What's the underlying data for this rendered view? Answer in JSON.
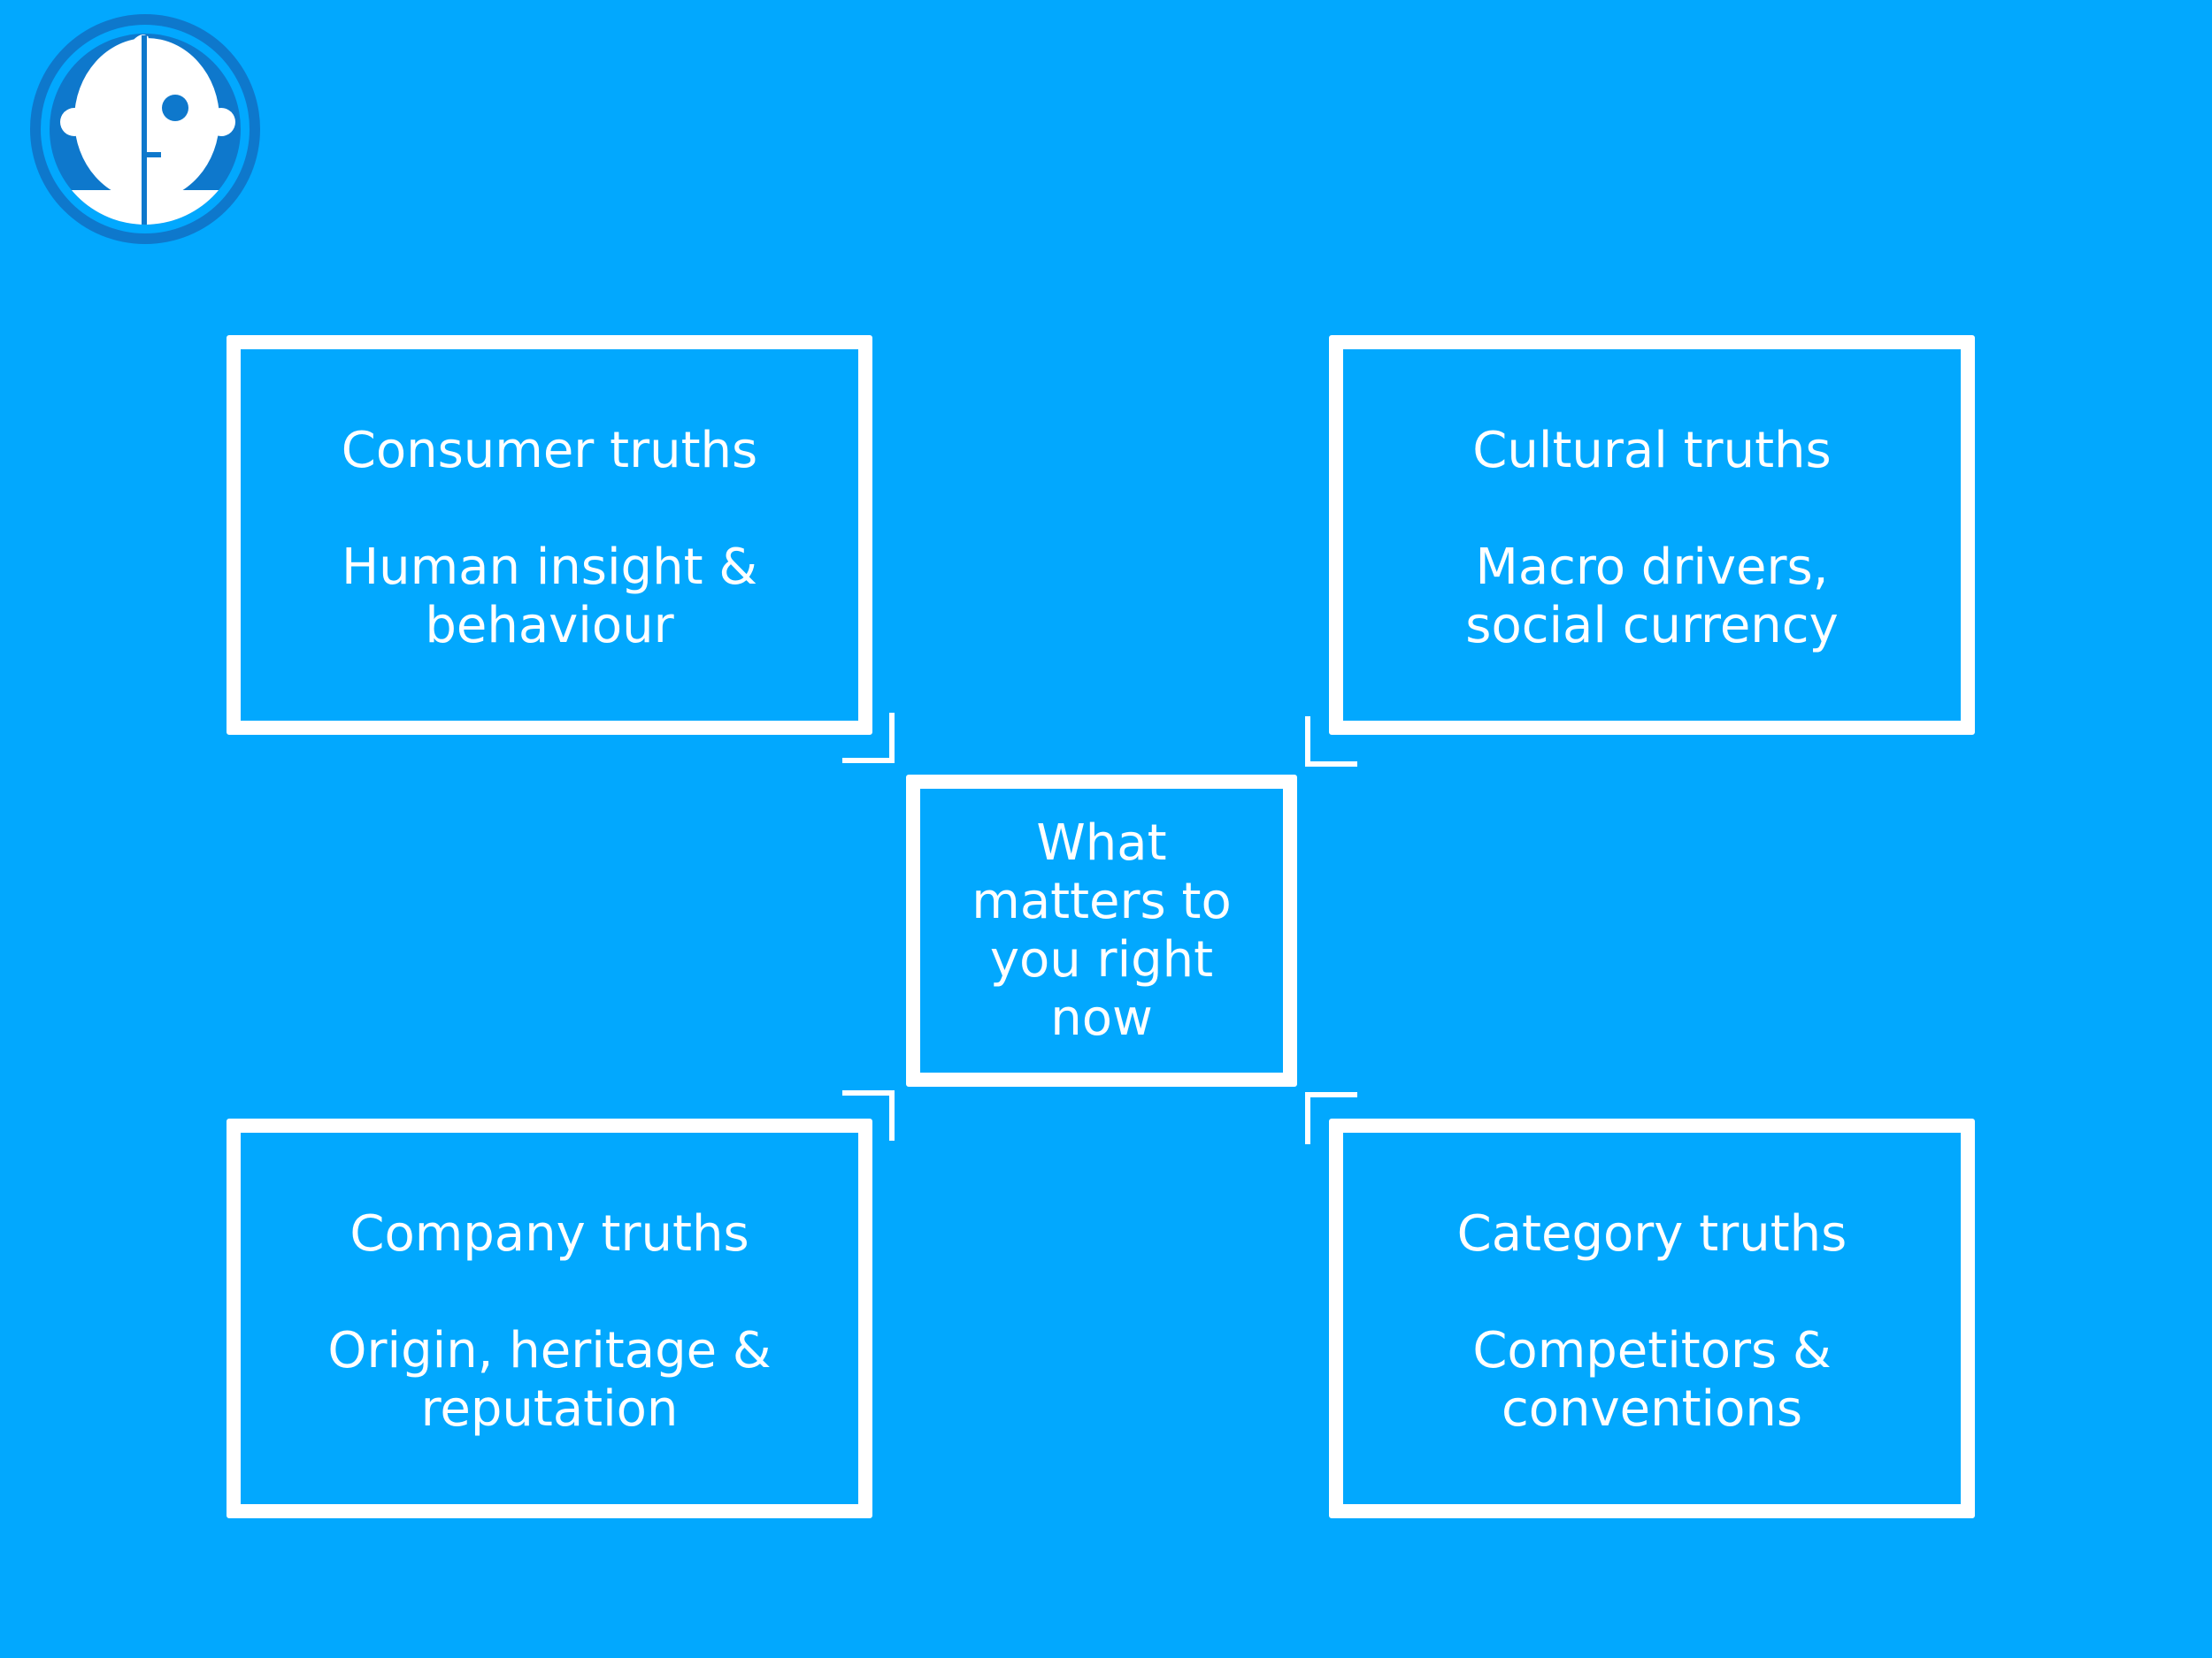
{
  "colors": {
    "background": "#02a8fe",
    "foreground": "#ffffff",
    "logo_ring": "#0e78cc"
  },
  "logo": {
    "icon": "half-face-logo-icon"
  },
  "center": {
    "text": "What matters to you right now"
  },
  "boxes": {
    "top_left": {
      "title": "Consumer truths",
      "subtitle": "Human insight & behaviour"
    },
    "top_right": {
      "title": "Cultural truths",
      "subtitle": "Macro drivers, social currency"
    },
    "bottom_left": {
      "title": "Company truths",
      "subtitle": "Origin, heritage & reputation"
    },
    "bottom_right": {
      "title": "Category truths",
      "subtitle": "Competitors & conventions"
    }
  }
}
